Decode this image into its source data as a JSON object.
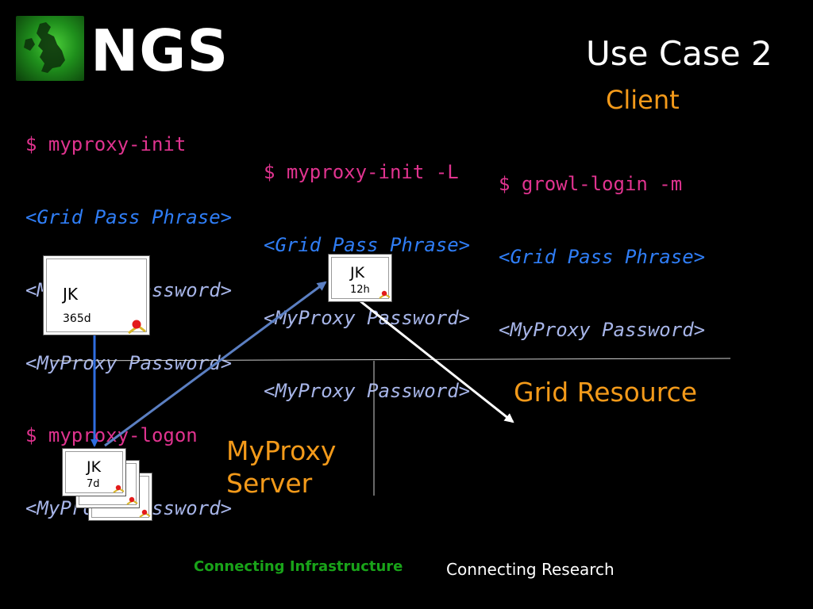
{
  "header": {
    "logo_text": "NGS",
    "title": "Use Case 2"
  },
  "client_label": "Client",
  "commands": {
    "col1": [
      {
        "text": "$ myproxy-init",
        "style": "cmd"
      },
      {
        "text": "<Grid Pass Phrase>",
        "style": "blue"
      },
      {
        "text": "<MyProxy Password>",
        "style": "lav"
      },
      {
        "text": "<MyProxy Password>",
        "style": "lav"
      },
      {
        "text": "$ myproxy-logon",
        "style": "cmd"
      },
      {
        "text": "<MyProxy Password>",
        "style": "lav"
      }
    ],
    "col2": [
      {
        "text": "$ myproxy-init -L",
        "style": "cmd"
      },
      {
        "text": "<Grid Pass Phrase>",
        "style": "blue"
      },
      {
        "text": "<MyProxy Password>",
        "style": "lav"
      },
      {
        "text": "<MyProxy Password>",
        "style": "lav"
      }
    ],
    "col3": [
      {
        "text": "$ growl-login -m",
        "style": "cmd"
      },
      {
        "text": "<Grid Pass Phrase>",
        "style": "blue"
      },
      {
        "text": "<MyProxy Password>",
        "style": "lav"
      }
    ]
  },
  "certificates": {
    "user": {
      "name": "JK",
      "validity": "365d"
    },
    "proxy_short": {
      "name": "JK",
      "validity": "12h"
    },
    "stored": {
      "name": "JK",
      "validity": "7d"
    }
  },
  "labels": {
    "grid_resource": "Grid Resource",
    "myproxy_line1": "MyProxy",
    "myproxy_line2": "Server"
  },
  "footer": {
    "left": "Connecting Infrastructure",
    "right": "Connecting Research"
  },
  "colors": {
    "background": "#000000",
    "orange": "#f39a1a",
    "magenta": "#e0338f",
    "blue": "#2f7df5",
    "lavender": "#a7b5e8",
    "green": "#19a319",
    "arrow_blue": "#2f6ee0",
    "arrow_steel": "#5b7fc2"
  }
}
